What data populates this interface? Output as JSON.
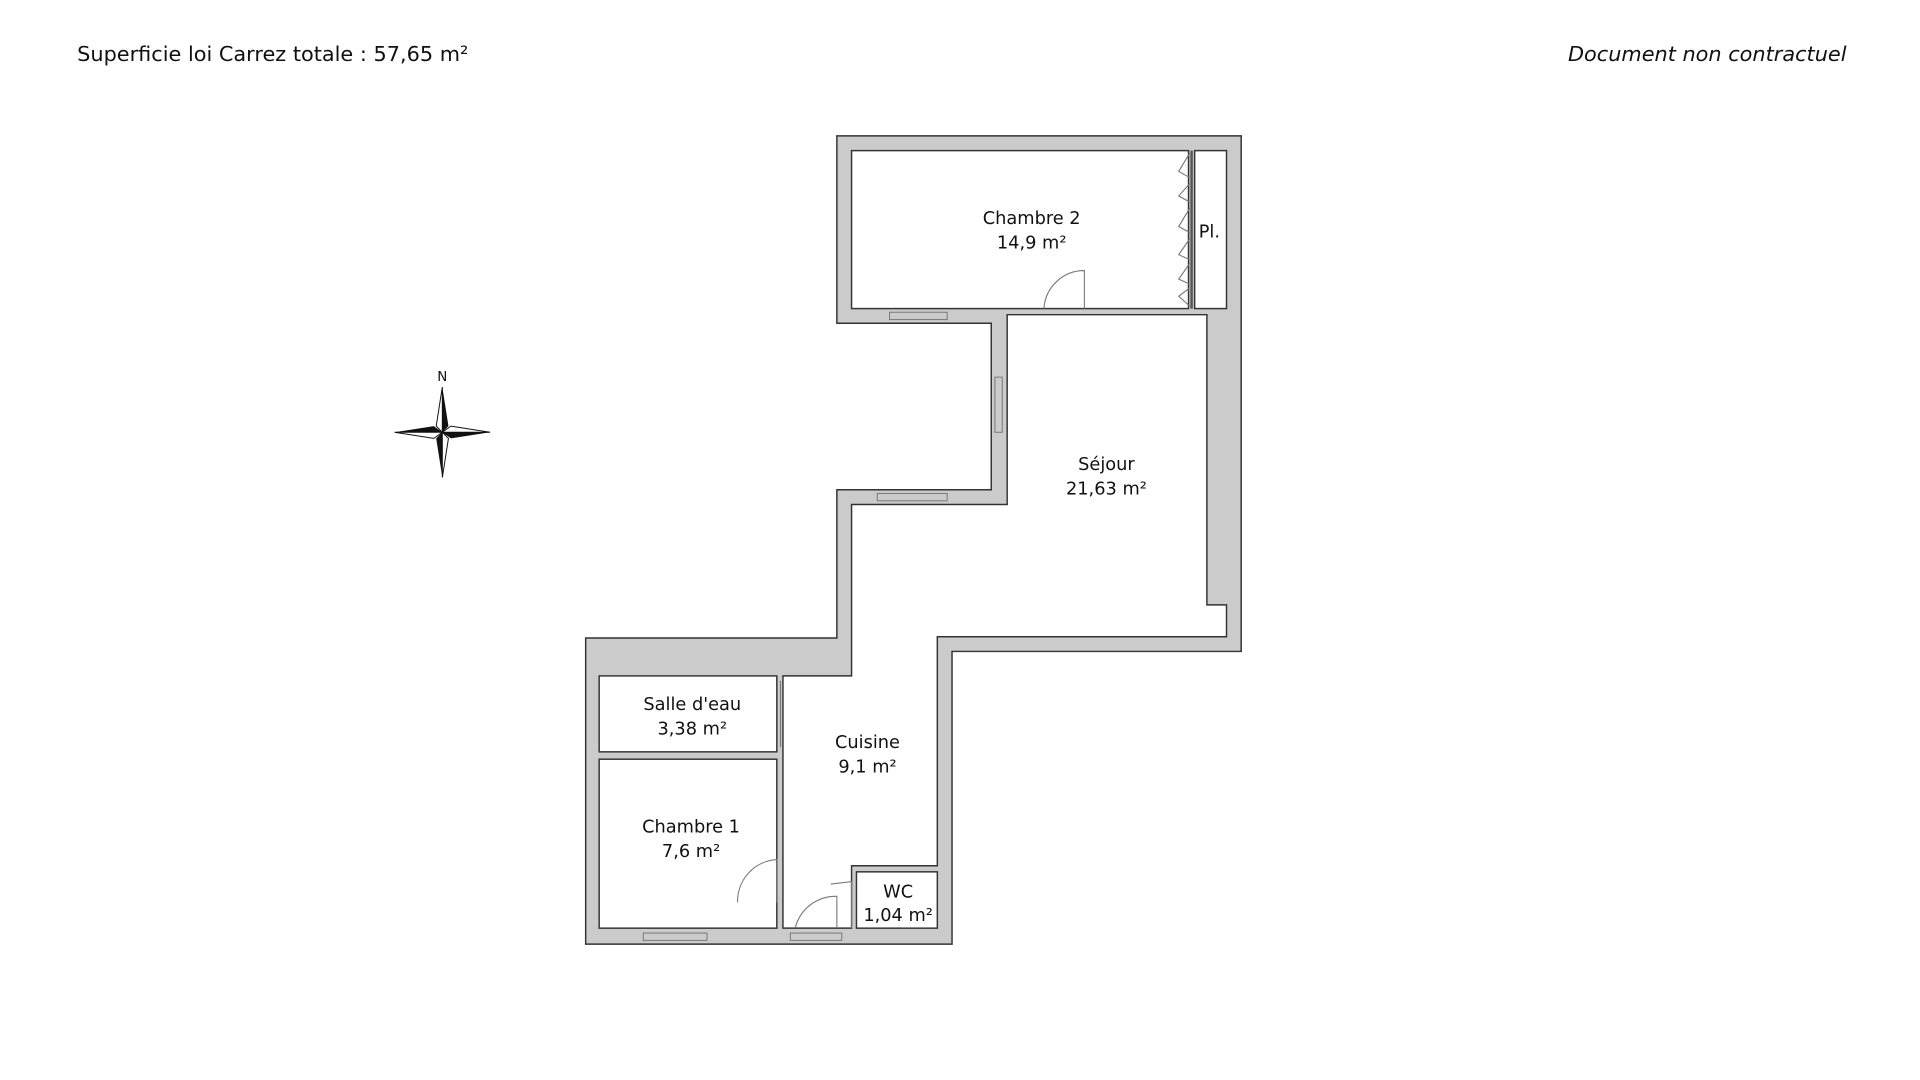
{
  "header": {
    "total_area": "Superficie loi Carrez totale :  57,65 m²",
    "disclaimer": "Document non contractuel"
  },
  "compass": {
    "north_label": "N"
  },
  "rooms": [
    {
      "name": "Chambre 2",
      "area": "14,9 m²"
    },
    {
      "name": "Pl.",
      "area": ""
    },
    {
      "name": "Séjour",
      "area": "21,63 m²"
    },
    {
      "name": "Salle d'eau",
      "area": "3,38 m²"
    },
    {
      "name": "Cuisine",
      "area": "9,1 m²"
    },
    {
      "name": "Chambre 1",
      "area": "7,6 m²"
    },
    {
      "name": "WC",
      "area": "1,04 m²"
    }
  ],
  "colors": {
    "wall": "#cbcbcb",
    "line": "#333333"
  }
}
